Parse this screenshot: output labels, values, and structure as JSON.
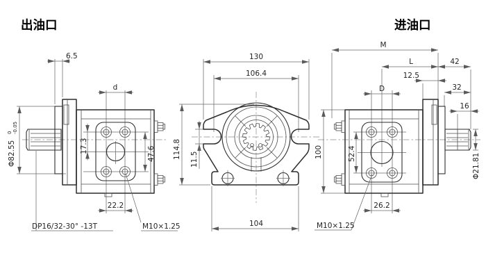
{
  "drawing": {
    "outlet_title": "出油口",
    "inlet_title": "进油口"
  },
  "left_view": {
    "dim_flange_offset": "6.5",
    "dim_hole_spacing_top": "d",
    "dim_center_offset": "17.3",
    "dim_hole_spacing_vertical": "47.6",
    "dim_hole_spacing_bottom": "22.2",
    "dim_pilot_diameter": "Φ82.55",
    "dim_pilot_tol_upper": "0",
    "dim_pilot_tol_lower": "-0.05",
    "note_spline_spec": "DP16/32-30° -13T",
    "note_thread": "M10×1.25"
  },
  "front_view": {
    "dim_overall_width": "130",
    "dim_slot_span": "106.4",
    "dim_overall_height": "114.8",
    "dim_slot_width": "11.5",
    "dim_base_width": "104"
  },
  "right_view": {
    "dim_overall_length": "M",
    "dim_mount_length": "L",
    "dim_shaft_extension": "42",
    "dim_flange_thickness": "12.5",
    "dim_hole_spacing_top": "D",
    "dim_spline_extension": "32",
    "dim_spline_length": "16",
    "dim_body_height": "100",
    "dim_hole_spacing_vertical": "52.4",
    "dim_hole_spacing_bottom": "26.2",
    "dim_shaft_diameter": "Φ21.81",
    "note_thread": "M10×1.25"
  }
}
